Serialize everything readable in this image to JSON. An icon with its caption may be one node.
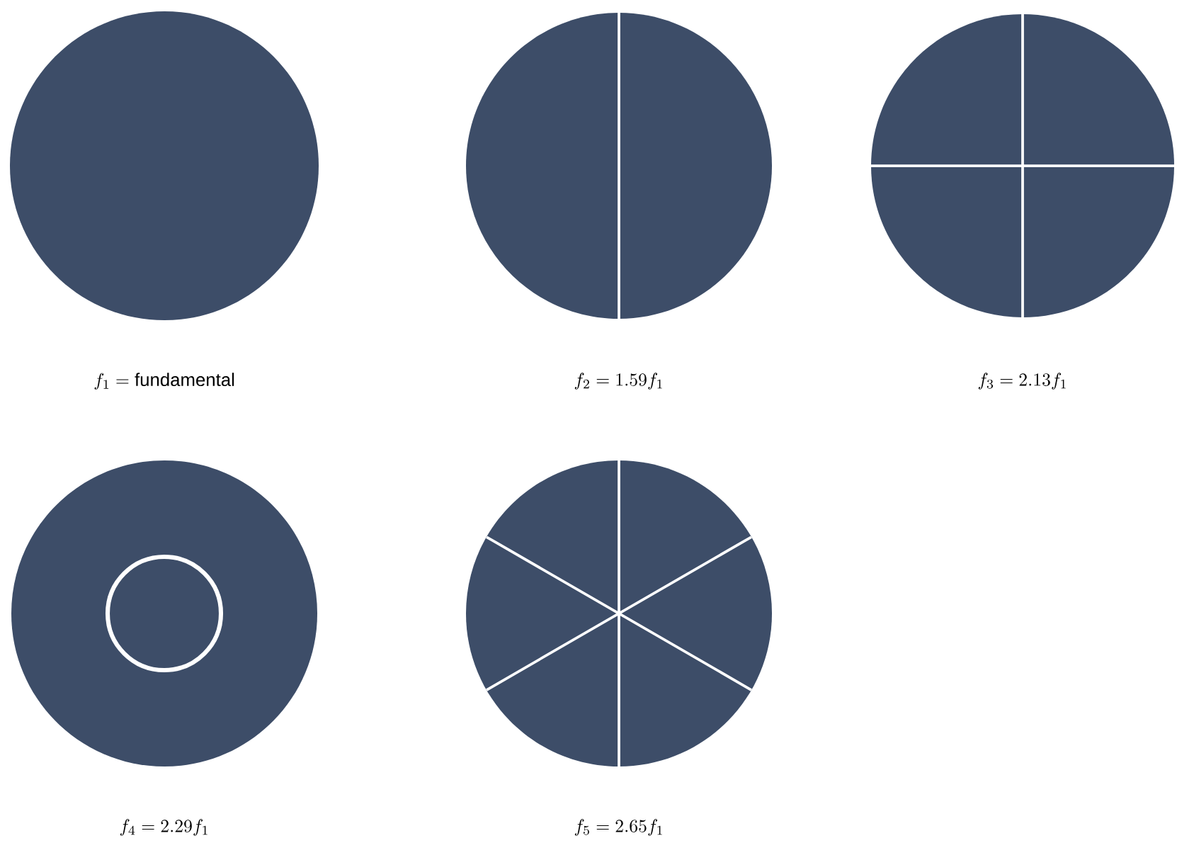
{
  "diagram": {
    "nodes": [
      {
        "text": [],
        "shape": "circle",
        "beside": [
          "f_{1} = \\mathrm{fundamental}"
        ]
      },
      {
        "text": [],
        "shape": "circle",
        "beside": [
          "f_{2} = 1.59f_{1}"
        ]
      },
      {
        "text": [],
        "shape": "circle",
        "beside": [
          "f_{3} = 2.13f_{1}"
        ]
      },
      {
        "text": [],
        "shape": "circle",
        "beside": [
          "f_{4} = 2.29f_{1}"
        ]
      },
      {
        "text": [],
        "shape": "circle",
        "beside": [
          "f_{5} = 2.65f_{1}"
        ]
      }
    ]
  }
}
